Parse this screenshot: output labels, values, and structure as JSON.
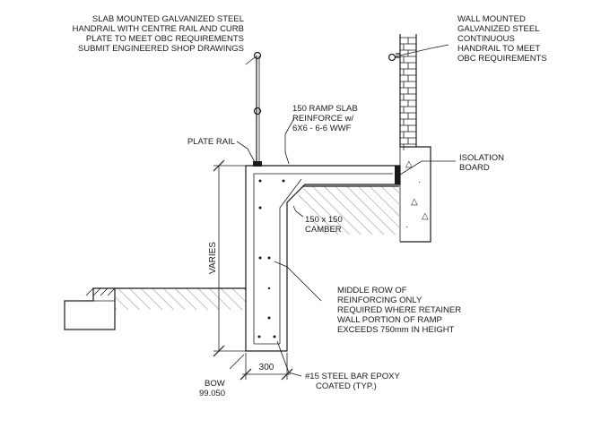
{
  "notes": {
    "slab_handrail": [
      "SLAB MOUNTED GALVANIZED STEEL",
      "HANDRAIL WITH CENTRE RAIL AND CURB",
      "PLATE TO MEET OBC REQUIREMENTS",
      "SUBMIT ENGINEERED SHOP DRAWINGS"
    ],
    "wall_handrail": [
      "WALL MOUNTED",
      "GALVANIZED STEEL",
      "CONTINUOUS",
      "HANDRAIL TO MEET",
      "OBC REQUIREMENTS"
    ],
    "ramp_slab": [
      "150 RAMP SLAB",
      "REINFORCE w/",
      "6X6 - 6-6 WWF"
    ],
    "plate_rail": [
      "PLATE RAIL"
    ],
    "isolation_board": [
      "ISOLATION",
      "BOARD"
    ],
    "camber": [
      "150 x 150",
      "CAMBER"
    ],
    "middle_row": [
      "MIDDLE ROW OF",
      "REINFORCING ONLY",
      "REQUIRED WHERE RETAINER",
      "WALL PORTION OF RAMP",
      "EXCEEDS 750mm IN HEIGHT"
    ],
    "varies": "VARIES",
    "dim_300": "300",
    "bow": [
      "BOW",
      "99.050"
    ],
    "steel_bar": [
      "#15 STEEL BAR EPOXY",
      "COATED (TYP.)"
    ]
  }
}
